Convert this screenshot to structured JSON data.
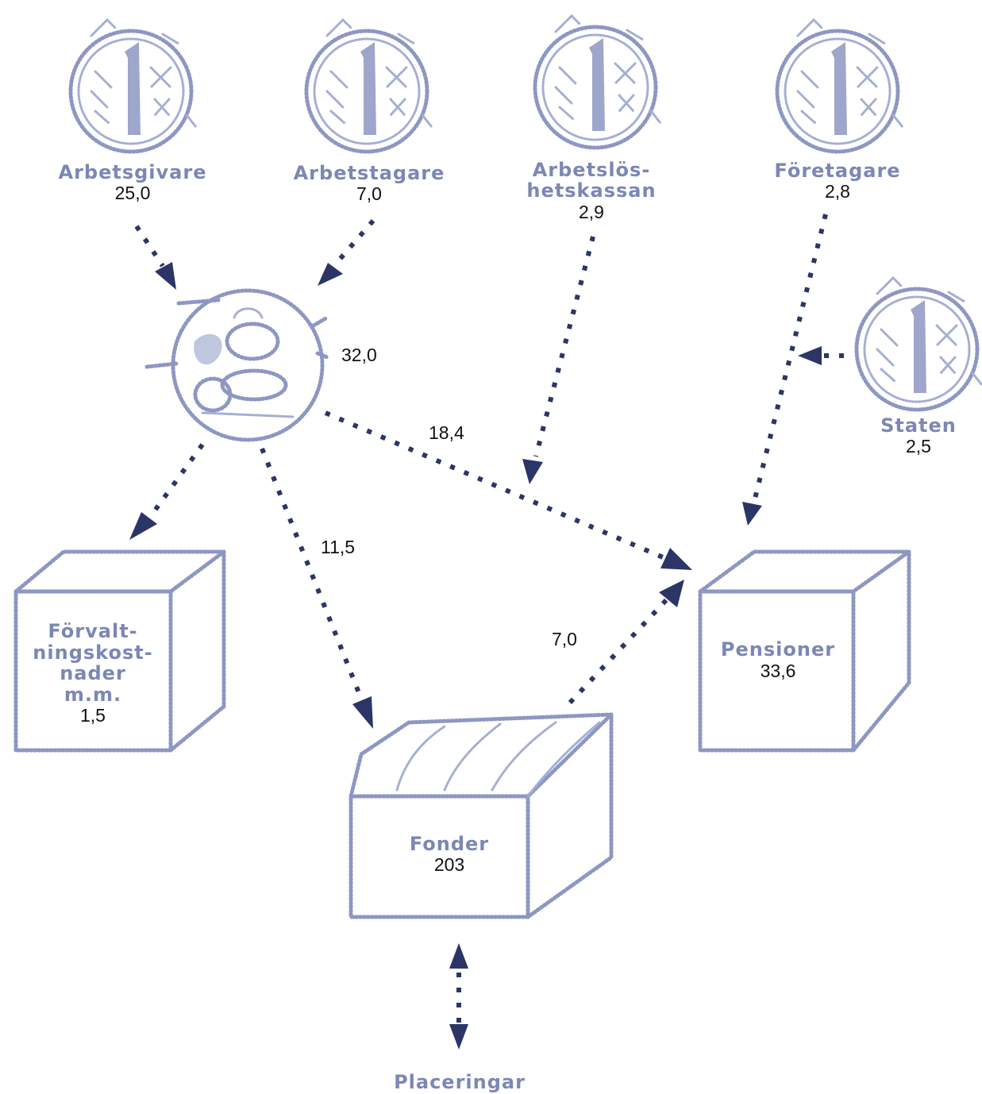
{
  "colors": {
    "label": "#7b87b5",
    "value": "#111111",
    "arrow": "#2b3566",
    "sketch": "#8d97c2"
  },
  "sources": {
    "arbetsgivare": {
      "name": "Arbetsgivare",
      "value": "25,0"
    },
    "arbetstagare": {
      "name": "Arbetstagare",
      "value": "7,0"
    },
    "arbetsloshetskassan": {
      "name_line1": "Arbetslös-",
      "name_line2": "hetskassan",
      "value": "2,9"
    },
    "foretagare": {
      "name": "Företagare",
      "value": "2,8"
    },
    "staten": {
      "name": "Staten",
      "value": "2,5"
    }
  },
  "pool": {
    "value": "32,0",
    "icon": "coins-pile-icon"
  },
  "flows": {
    "to_pensioner": "18,4",
    "to_fonder": "11,5",
    "fonder_to_pensioner": "7,0"
  },
  "boxes": {
    "forvaltning": {
      "line1": "Förvalt-",
      "line2": "ningskost-",
      "line3": "nader",
      "line4": "m.m.",
      "value": "1,5"
    },
    "fonder": {
      "name": "Fonder",
      "value": "203"
    },
    "pensioner": {
      "name": "Pensioner",
      "value": "33,6"
    }
  },
  "placeringar": {
    "name": "Placeringar"
  }
}
